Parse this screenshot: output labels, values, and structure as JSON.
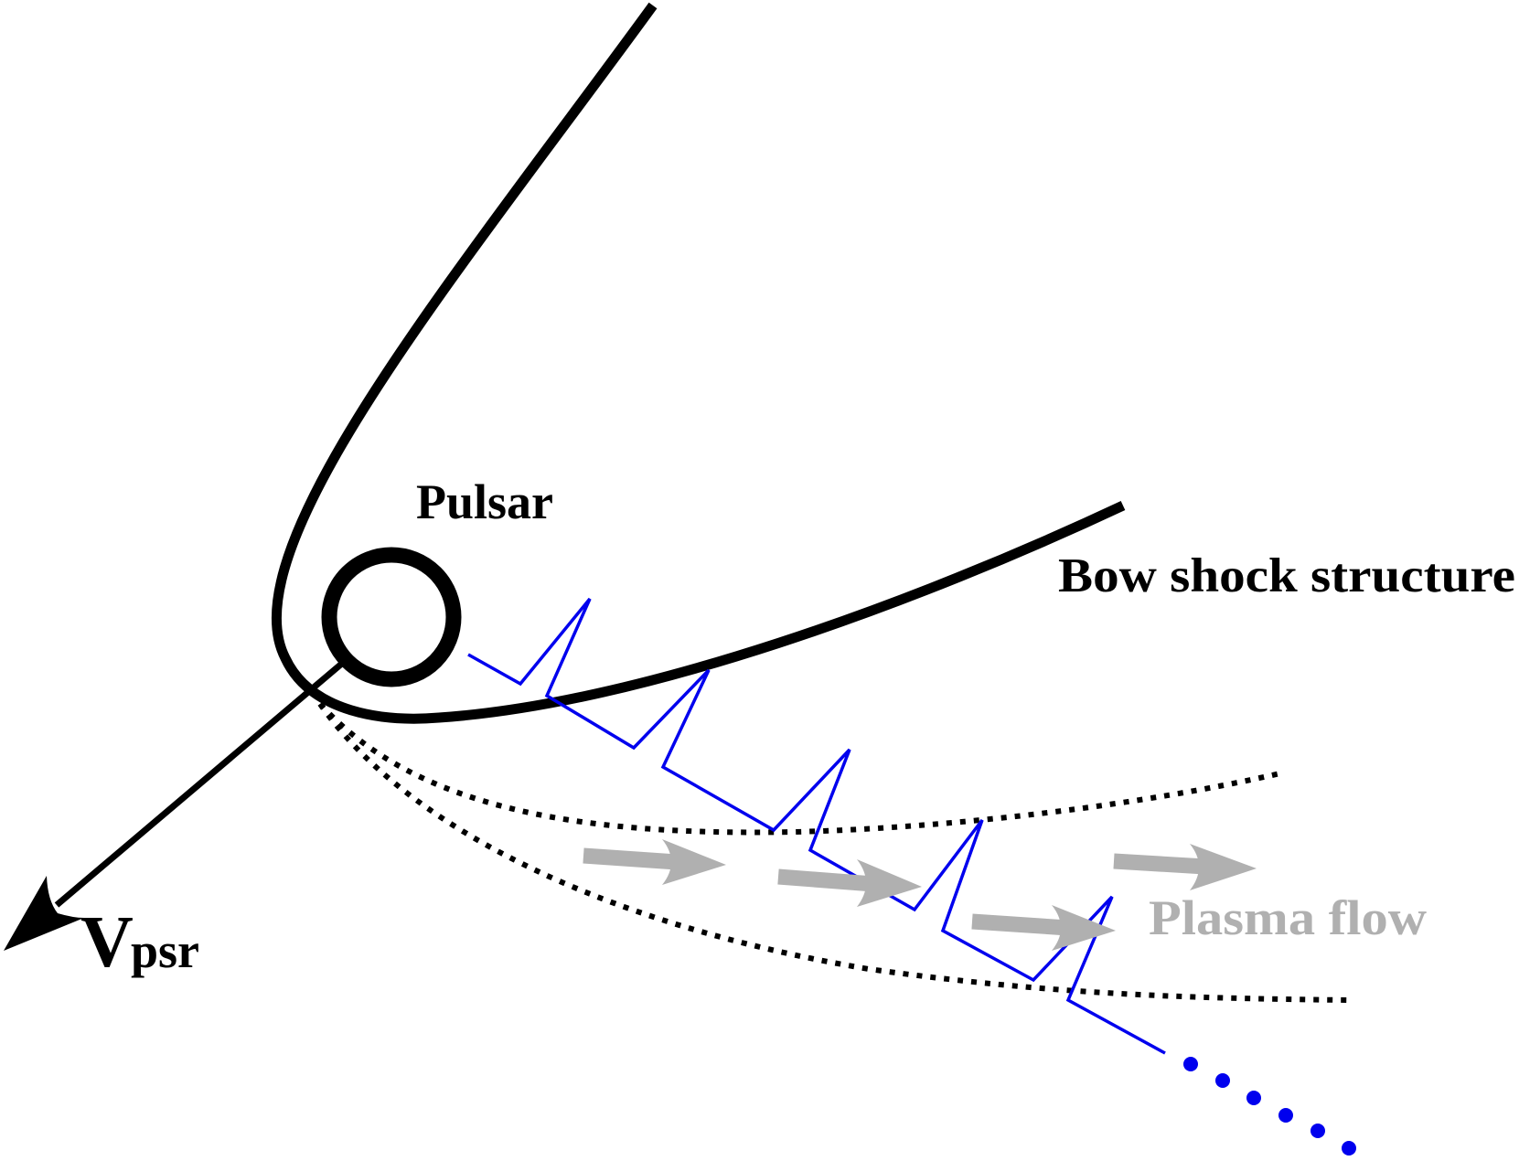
{
  "labels": {
    "pulsar": "Pulsar",
    "bow_shock": "Bow shock structure",
    "plasma_flow": "Plasma flow",
    "velocity_main": "V",
    "velocity_sub": "psr"
  },
  "colors": {
    "bow_shock": "#000000",
    "pulsar": "#000000",
    "velocity_arrow": "#000000",
    "flow_boundary": "#000000",
    "particle_path": "#0000ee",
    "plasma_arrows": "#b0b0b0",
    "plasma_text": "#b0b0b0",
    "text": "#000000"
  }
}
